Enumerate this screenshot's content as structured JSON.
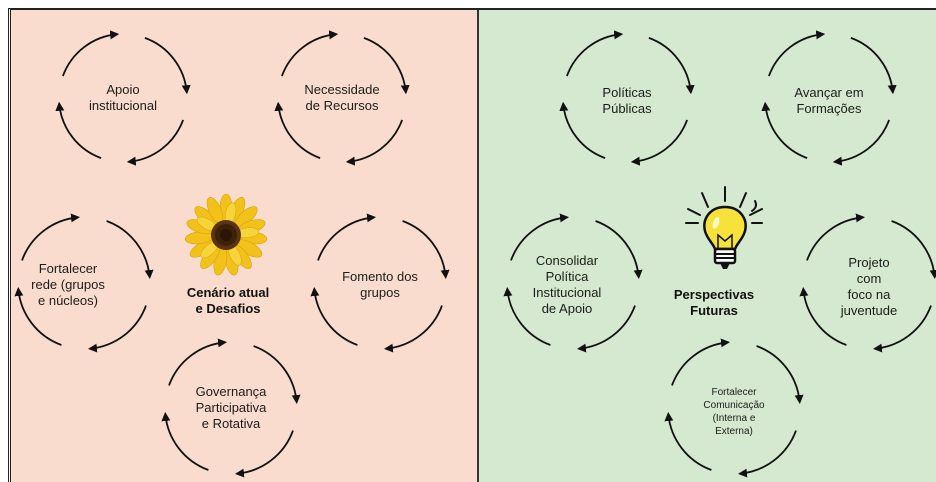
{
  "left_panel": {
    "background": "#f9dccd",
    "center_title": "Cenário atual\ne Desafios",
    "center_icon": "sunflower-icon",
    "cycles": [
      {
        "label": "Apoio\ninstitucional"
      },
      {
        "label": "Necessidade\nde Recursos"
      },
      {
        "label": "Fortalecer\nrede (grupos\ne núcleos)"
      },
      {
        "label": "Fomento dos\ngrupos"
      },
      {
        "label": "Governança\nParticipativa\ne Rotativa"
      }
    ]
  },
  "right_panel": {
    "background": "#d5e8d0",
    "center_title": "Perspectivas\nFuturas",
    "center_icon": "lightbulb-icon",
    "cycles": [
      {
        "label": "Políticas\nPúblicas"
      },
      {
        "label": "Avançar em\nFormações"
      },
      {
        "label": "Consolidar\nPolítica\nInstitucional\nde Apoio"
      },
      {
        "label": "Projeto com\nfoco na\njuventude"
      },
      {
        "label": "Fortalecer\nComunicação\n(Interna e\nExterna)"
      }
    ]
  }
}
